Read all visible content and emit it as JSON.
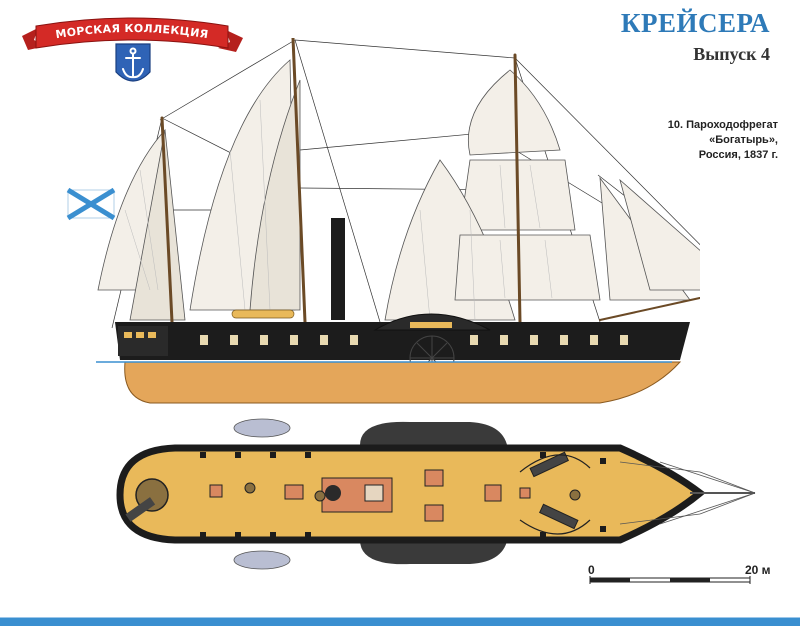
{
  "logo": {
    "banner_text": "МОРСКАЯ КОЛЛЕКЦИЯ",
    "icon": "anchor-icon"
  },
  "header": {
    "series_title": "КРЕЙСЕРА",
    "issue_label": "Выпуск 4"
  },
  "caption": {
    "line1": "10. Пароходофрегат",
    "line2": "«Богатырь»,",
    "line3": "Россия, 1837 г."
  },
  "scale": {
    "start_label": "0",
    "end_label": "20 м"
  },
  "colors": {
    "title_blue": "#2e7ab8",
    "hull_orange": "#e4a65a",
    "hull_black": "#1c1c1c",
    "deck_yellow": "#e9b95a",
    "banner_red": "#d42a26",
    "shield_blue": "#2f63b6",
    "waterline": "#3a8fd0"
  }
}
